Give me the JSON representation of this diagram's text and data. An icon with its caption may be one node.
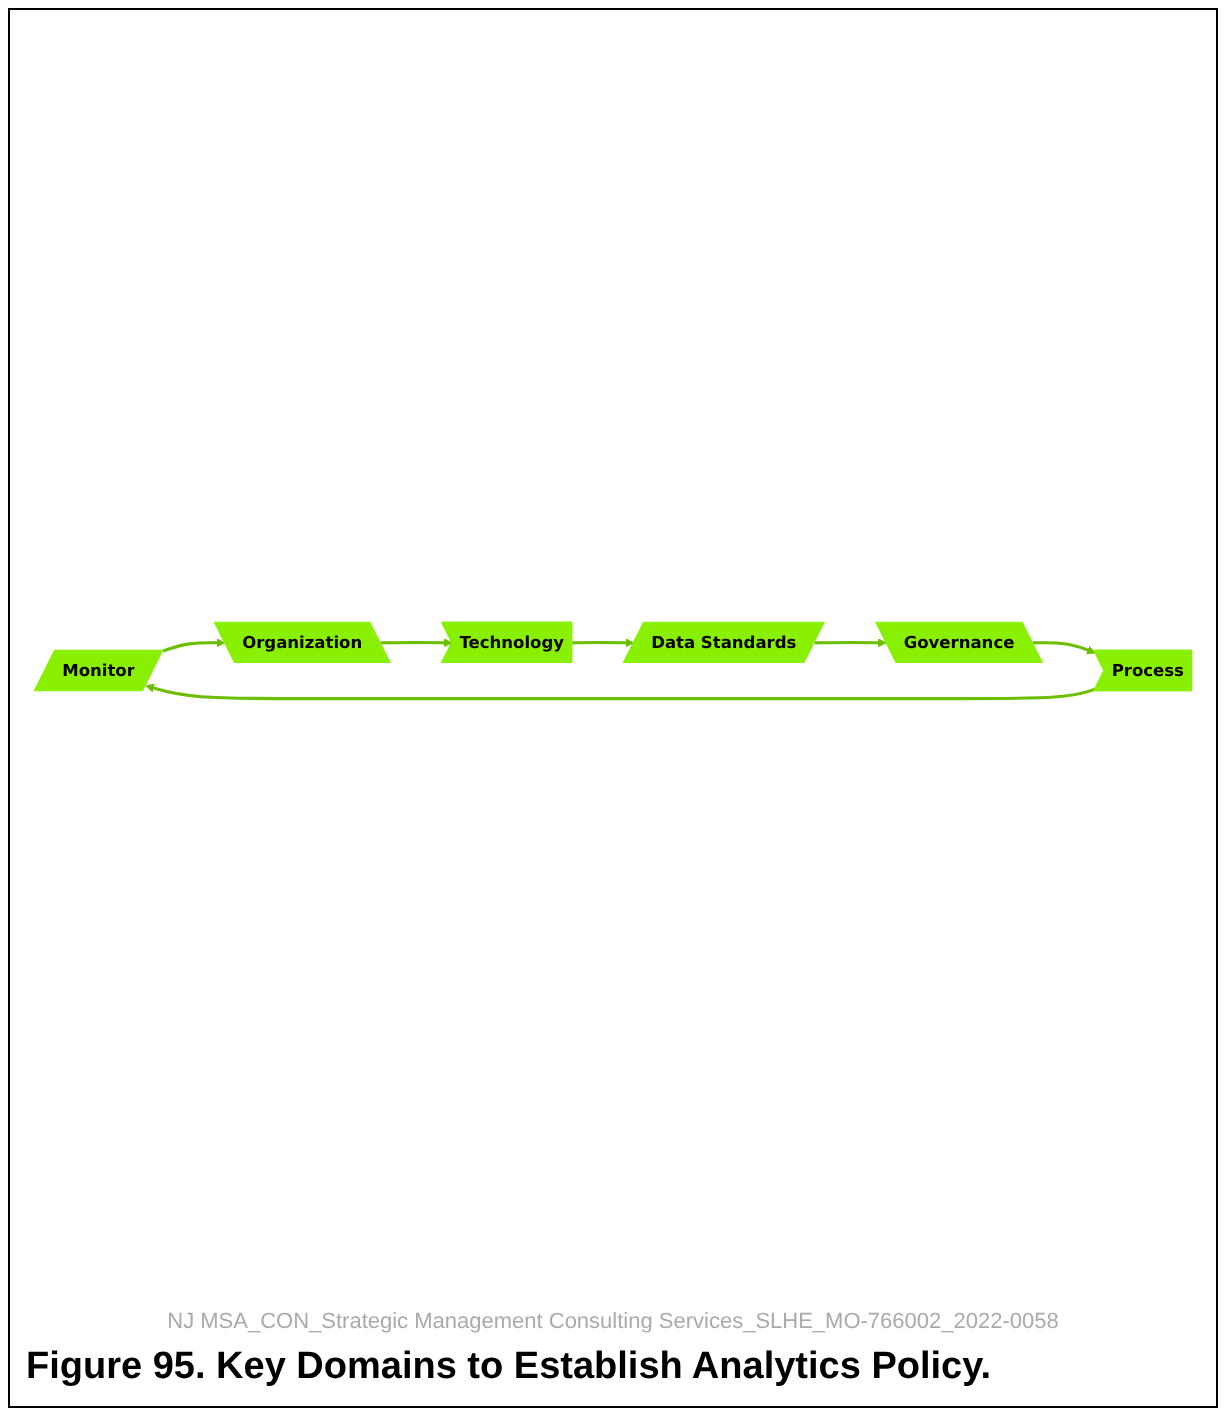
{
  "diagram": {
    "caption": "Figure 95. Key Domains to Establish Analytics Policy.",
    "nodes": [
      {
        "text": [
          "Monitor"
        ]
      },
      {
        "text": [
          "Organization"
        ]
      },
      {
        "text": [
          "Technology"
        ]
      },
      {
        "text": [
          "Data Standards"
        ]
      },
      {
        "text": [
          "Governance"
        ]
      },
      {
        "text": [
          "Process"
        ]
      }
    ],
    "edges": [
      {
        "from": 0,
        "to": 1,
        "arrow": "to"
      },
      {
        "from": 1,
        "to": 2,
        "arrow": "to"
      },
      {
        "from": 2,
        "to": 3,
        "arrow": "to"
      },
      {
        "from": 3,
        "to": 4,
        "arrow": "to"
      },
      {
        "from": 4,
        "to": 5,
        "arrow": "to"
      },
      {
        "from": 5,
        "to": 0,
        "arrow": "to"
      }
    ],
    "labels": [
      "NJ MSA_CON_Strategic Management Consulting Services_SLHE_MO-766002_2022-0058"
    ]
  }
}
